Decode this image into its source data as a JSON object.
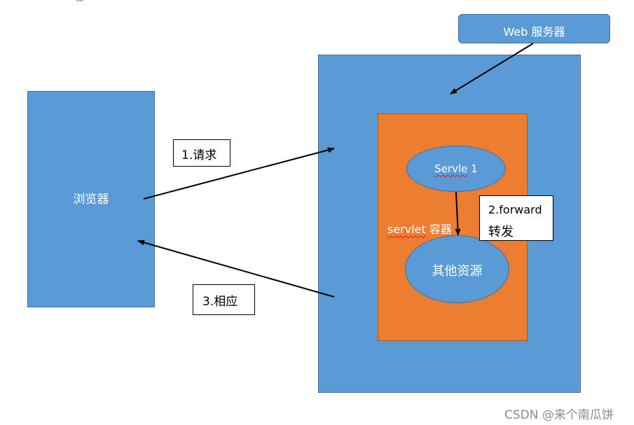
{
  "browser": {
    "label": "浏览器"
  },
  "web_server": {
    "label": "Web 服务器"
  },
  "container": {
    "label_en": "servlet",
    "label_cn": " 容器"
  },
  "servlet": {
    "label_en": "Servle",
    "label_num": " 1"
  },
  "other_resource": {
    "label": "其他资源"
  },
  "notes": {
    "request": "1.请求",
    "response": "3.相应",
    "forward_line1": "2.forward",
    "forward_line2": "转发"
  },
  "watermark": "CSDN @来个南瓜饼",
  "colors": {
    "blue_fill": "#5b9bd5",
    "blue_border": "#41719c",
    "orange_fill": "#ed7d31",
    "arrow": "#000000",
    "spellcheck_underline": "#e02020"
  }
}
